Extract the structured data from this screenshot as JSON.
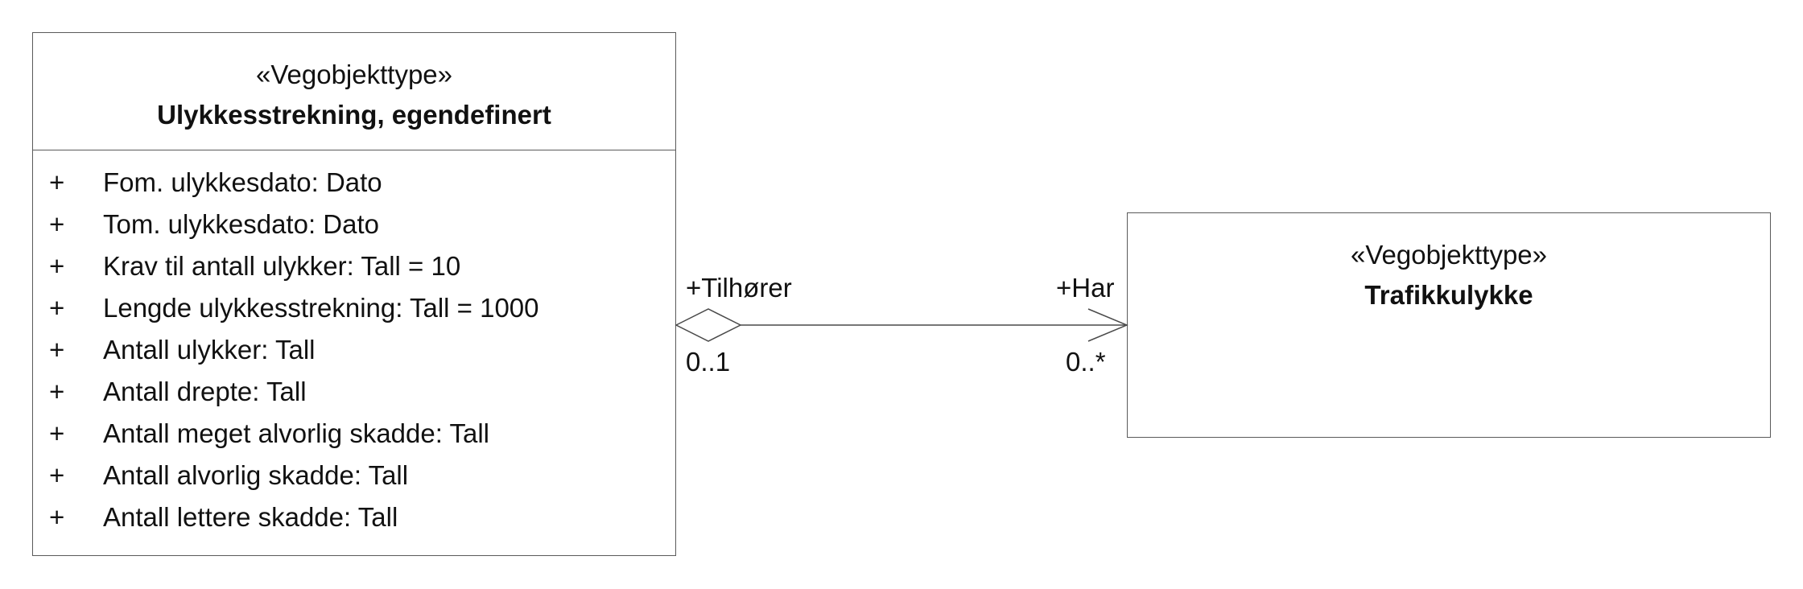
{
  "classes": {
    "left": {
      "stereotype": "«Vegobjekttype»",
      "name": "Ulykkesstrekning, egendefinert",
      "attributes": [
        {
          "visibility": "+",
          "text": "Fom. ulykkesdato: Dato"
        },
        {
          "visibility": "+",
          "text": "Tom. ulykkesdato: Dato"
        },
        {
          "visibility": "+",
          "text": "Krav til antall ulykker: Tall = 10"
        },
        {
          "visibility": "+",
          "text": "Lengde ulykkesstrekning: Tall = 1000"
        },
        {
          "visibility": "+",
          "text": "Antall ulykker: Tall"
        },
        {
          "visibility": "+",
          "text": "Antall drepte: Tall"
        },
        {
          "visibility": "+",
          "text": "Antall meget alvorlig skadde: Tall"
        },
        {
          "visibility": "+",
          "text": "Antall alvorlig skadde: Tall"
        },
        {
          "visibility": "+",
          "text": "Antall lettere skadde: Tall"
        }
      ]
    },
    "right": {
      "stereotype": "«Vegobjekttype»",
      "name": "Trafikkulykke"
    }
  },
  "association": {
    "source_role": "+Tilhører",
    "source_multiplicity": "0..1",
    "target_role": "+Har",
    "target_multiplicity": "0..*",
    "source_end": "aggregation-diamond",
    "target_end": "open-arrow"
  }
}
